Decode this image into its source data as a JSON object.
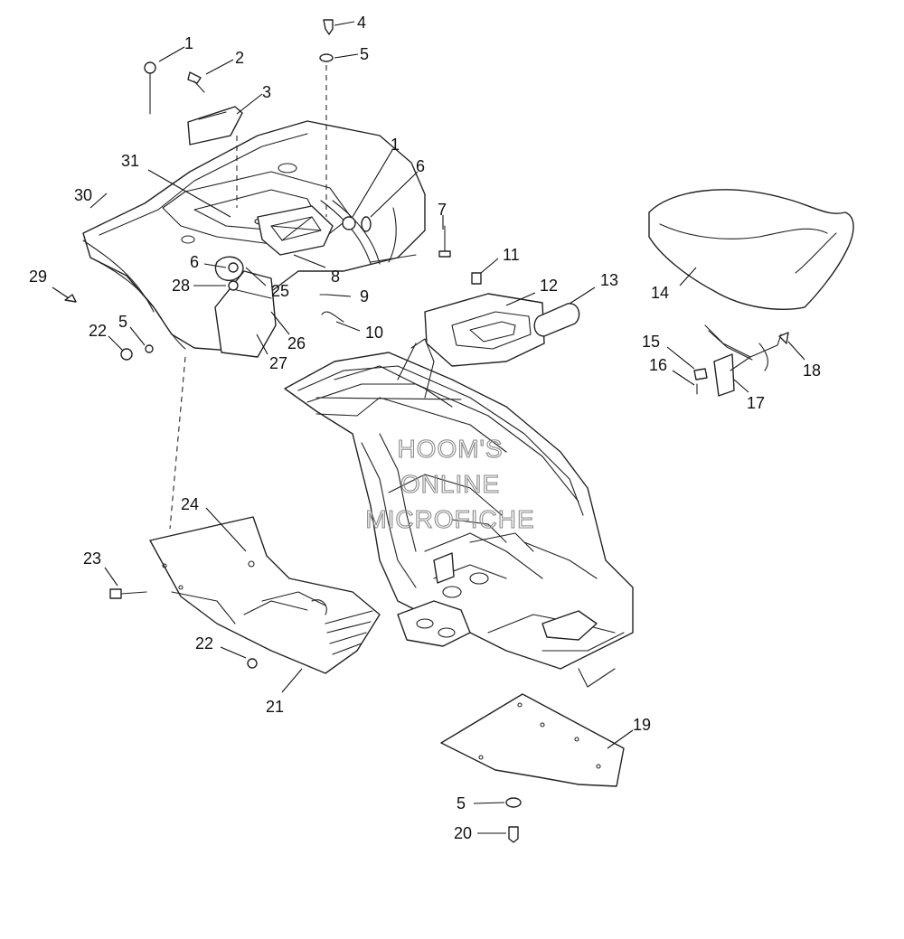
{
  "watermark": {
    "line1": "HOOM'S",
    "line2": "ONLINE",
    "line3": "MICROFICHE"
  },
  "callouts": {
    "c1a": "1",
    "c2": "2",
    "c3": "3",
    "c4": "4",
    "c5a": "5",
    "c1b": "1",
    "c6a": "6",
    "c7": "7",
    "c31": "31",
    "c30": "30",
    "c8": "8",
    "c9": "9",
    "c10": "10",
    "c11": "11",
    "c12": "12",
    "c13": "13",
    "c14": "14",
    "c29": "29",
    "c6b": "6",
    "c28": "28",
    "c25": "25",
    "c26": "26",
    "c27": "27",
    "c22a": "22",
    "c5b": "5",
    "c15": "15",
    "c16": "16",
    "c17": "17",
    "c18": "18",
    "c24": "24",
    "c23": "23",
    "c22b": "22",
    "c21": "21",
    "c19": "19",
    "c5c": "5",
    "c20": "20"
  }
}
